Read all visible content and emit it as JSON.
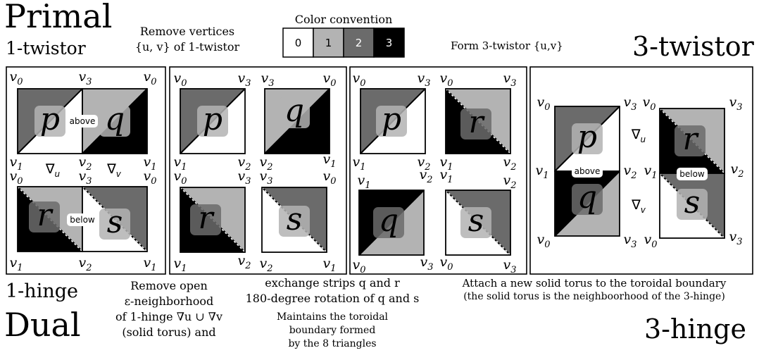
{
  "titles": {
    "primal": "Primal",
    "dual": "Dual",
    "one_twistor": "1-twistor",
    "three_twistor": "3-twistor",
    "one_hinge": "1-hinge",
    "three_hinge": "3-hinge"
  },
  "legend": {
    "title": "Color convention",
    "levels": [
      "0",
      "1",
      "2",
      "3"
    ],
    "colors": [
      "#ffffff",
      "#b3b3b3",
      "#6b6b6b",
      "#000000"
    ]
  },
  "steps": {
    "remove_vertices": [
      "Remove vertices",
      "{u, v} of 1-twistor"
    ],
    "form_three_twistor": "Form 3-twistor {u,v}",
    "remove_open": [
      "Remove open",
      "ε-neighborhood",
      "of 1-hinge ∇u ∪ ∇v",
      "(solid torus) and"
    ],
    "exchange": [
      "exchange strips q and r",
      "180-degree rotation of q and s"
    ],
    "maintains": [
      "Maintains the toroidal",
      "boundary formed",
      "by the 8 triangles"
    ],
    "attach": [
      "Attach a new solid torus to the toroidal boundary",
      "(the solid torus is the neighboorhood of the 3-hinge)"
    ]
  },
  "tiles": {
    "p": "p",
    "q": "q",
    "r": "r",
    "s": "s"
  },
  "tags": {
    "above": "above",
    "below": "below"
  },
  "nablas": {
    "u": "∇u",
    "v": "∇v"
  },
  "vertices": {
    "v0": "v0",
    "v1": "v1",
    "v2": "v2",
    "v3": "v3"
  }
}
